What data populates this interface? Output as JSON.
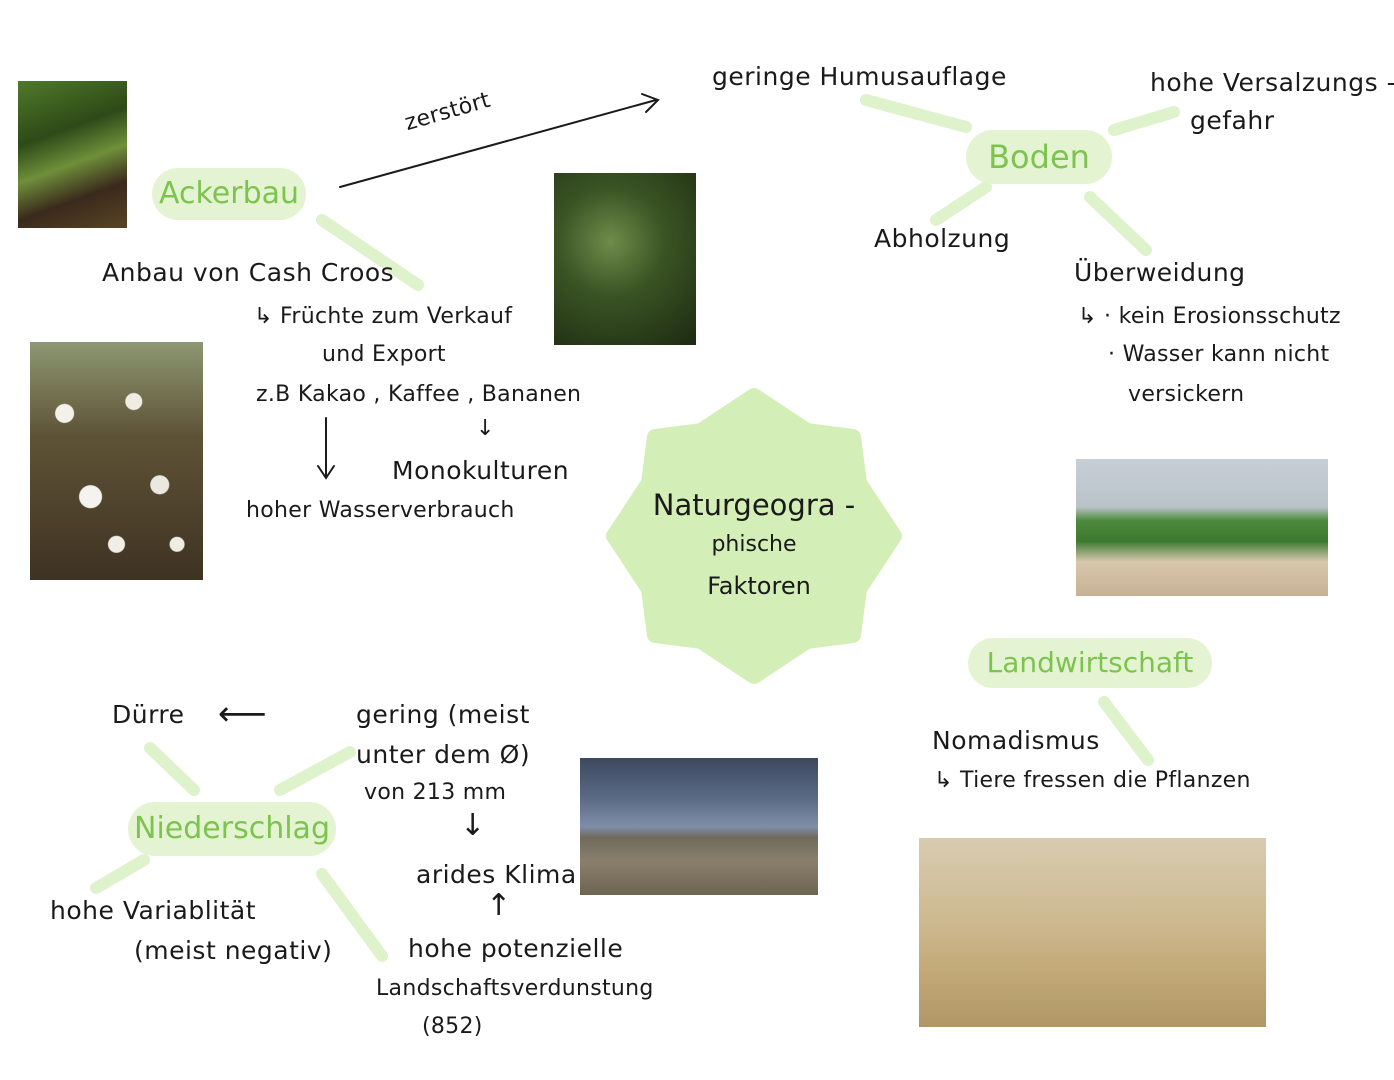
{
  "center": {
    "line1": "Naturgeogra -",
    "line2": "phische",
    "line3": "Faktoren"
  },
  "ackerbau": {
    "title": "Ackerbau",
    "arrow_label": "zerstört",
    "cash": "Anbau von  Cash Croos",
    "fruits_line1": "↳ Früchte zum  Verkauf",
    "fruits_line2": "und  Export",
    "examples": "z.B Kakao , Kaffee , Bananen",
    "down_arrow": "↓",
    "monokulturen": "Monokulturen",
    "wasser": "hoher Wasserverbrauch"
  },
  "boden": {
    "title": "Boden",
    "humus": "geringe  Humusauflage",
    "salz_line1": "hohe  Versalzungs -",
    "salz_line2": "gefahr",
    "abholzung": "Abholzung",
    "ueberweidung": "Überweidung",
    "erosion": "↳ · kein  Erosionsschutz",
    "wasser_line1": "· Wasser  kann  nicht",
    "wasser_line2": "versickern"
  },
  "niederschlag": {
    "title": "Niederschlag",
    "duerre": "Dürre",
    "left_arrow": "⟵",
    "gering_line1": "gering (meist",
    "gering_line2": "unter  dem  Ø)",
    "gering_line3": "von   213 mm",
    "down_arrow": "↓",
    "arid": "arides  Klima",
    "up_arrow": "↑",
    "verdunstung_line1": "hohe  potenzielle",
    "verdunstung_line2": "Landschaftsverdunstung",
    "verdunstung_line3": "(852)",
    "variabilitaet_line1": "hohe  Variablität",
    "variabilitaet_line2": "(meist  negativ)"
  },
  "landwirtschaft": {
    "title": "Landwirtschaft",
    "nomadismus": "Nomadismus",
    "tiere": "↳ Tiere  fressen  die  Pflanzen"
  },
  "colors": {
    "accent_green": "#7cc44e",
    "pill_fill": "#e4f4d2",
    "star_fill": "#d3eeb6",
    "connector": "#def2cb"
  }
}
